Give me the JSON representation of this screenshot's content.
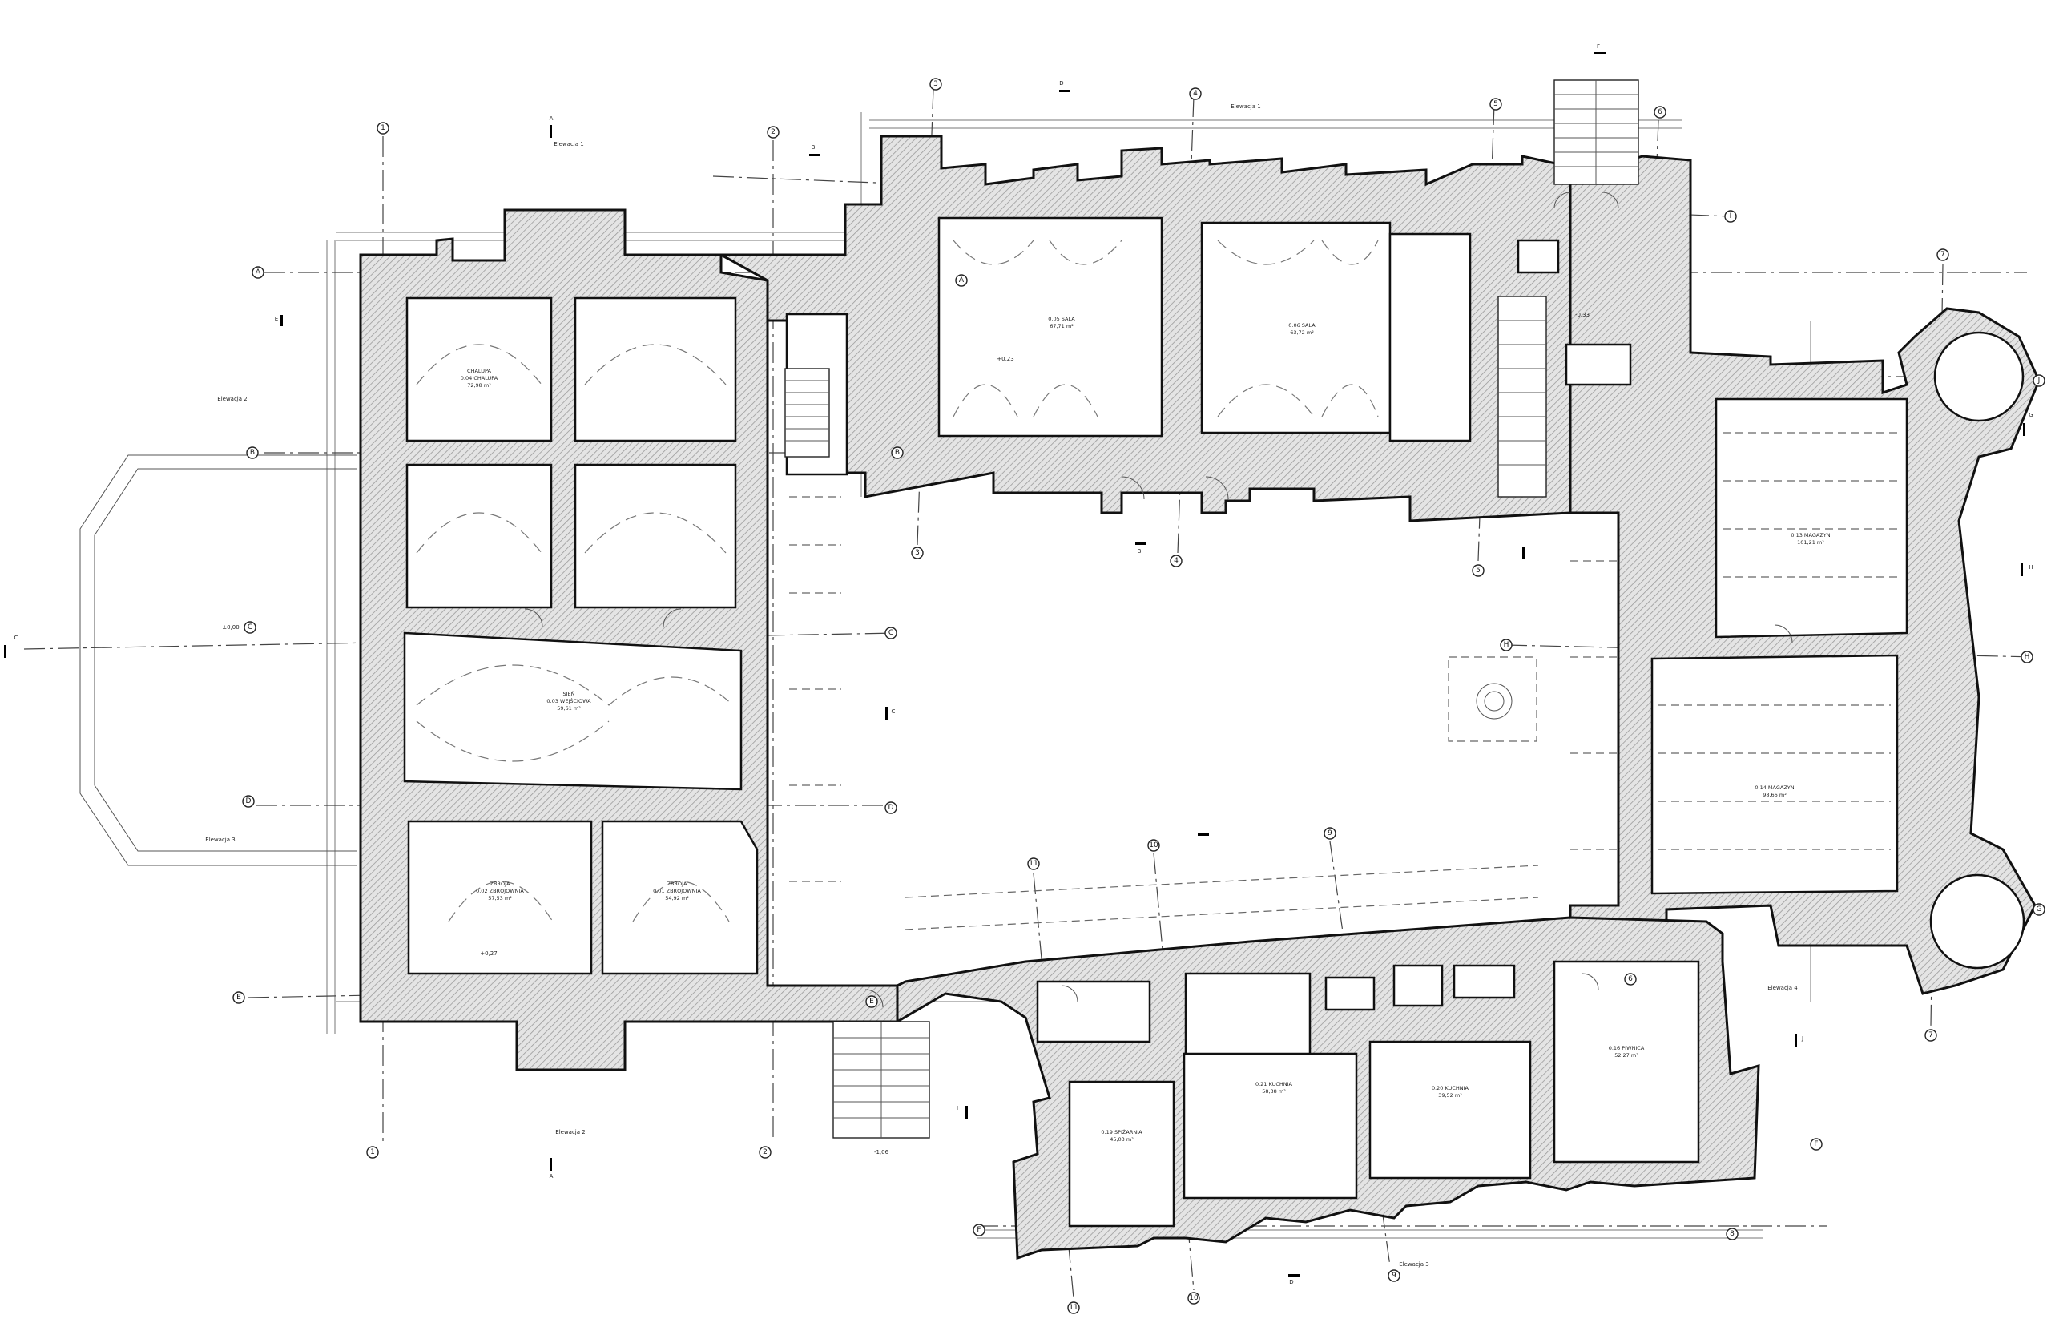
{
  "rooms": {
    "r1": {
      "name": "CHALUPA",
      "num": "0.04 CHALUPA",
      "area": "72,98 m²"
    },
    "r2": {
      "name": "SIEŃ",
      "num": "0.03 WEJŚCIOWA",
      "area": "59,61 m²"
    },
    "r3": {
      "name": "ZBROJA",
      "num": "0.02 ZBROJOWNIA",
      "area": "57,53 m²"
    },
    "r4": {
      "name": "ZBROJA",
      "num": "0.01 ZBROJOWNIA",
      "area": "54,92 m²"
    },
    "r5": {
      "name": "",
      "num": "0.05 SALA",
      "area": "67,71 m²"
    },
    "r6": {
      "name": "",
      "num": "0.06 SALA",
      "area": "63,72 m²"
    },
    "r7": {
      "name": "",
      "num": "0.13 MAGAZYN",
      "area": "101,21 m²"
    },
    "r8": {
      "name": "",
      "num": "0.14 MAGAZYN",
      "area": "98,66 m²"
    },
    "r9": {
      "name": "",
      "num": "0.21 KUCHNIA",
      "area": "58,38 m²"
    },
    "r10": {
      "name": "",
      "num": "0.20 KUCHNIA",
      "area": "39,52 m²"
    },
    "r11": {
      "name": "",
      "num": "0.19 SPIŻARNIA",
      "area": "45,03 m²"
    },
    "r12": {
      "name": "",
      "num": "0.16 PIWNICA",
      "area": "52,27 m²"
    }
  },
  "axes": {
    "numbers": [
      "1",
      "2",
      "3",
      "4",
      "5",
      "6",
      "7",
      "8",
      "9",
      "10",
      "11"
    ],
    "letters": [
      "A",
      "B",
      "C",
      "D",
      "E",
      "F",
      "G",
      "H",
      "I",
      "J"
    ]
  },
  "sections": {
    "aa": "A",
    "bb": "B",
    "cc": "C",
    "dd": "D",
    "ee": "E",
    "ff": "F",
    "gg": "G",
    "hh": "H",
    "ii": "I",
    "jj": "J"
  },
  "elevation_tags": {
    "t1": "Elewacja 1",
    "t2": "Elewacja 2",
    "t3": "Elewacja 3",
    "t4": "Elewacja 4"
  },
  "levels": {
    "l1": "±0,00",
    "l2": "-0,33",
    "l3": "+0,27",
    "l4": "-1,06",
    "l5": "+0,23"
  },
  "colors": {
    "wall_hatch": "#b9b9b9",
    "line": "#111111",
    "background": "#ffffff"
  }
}
